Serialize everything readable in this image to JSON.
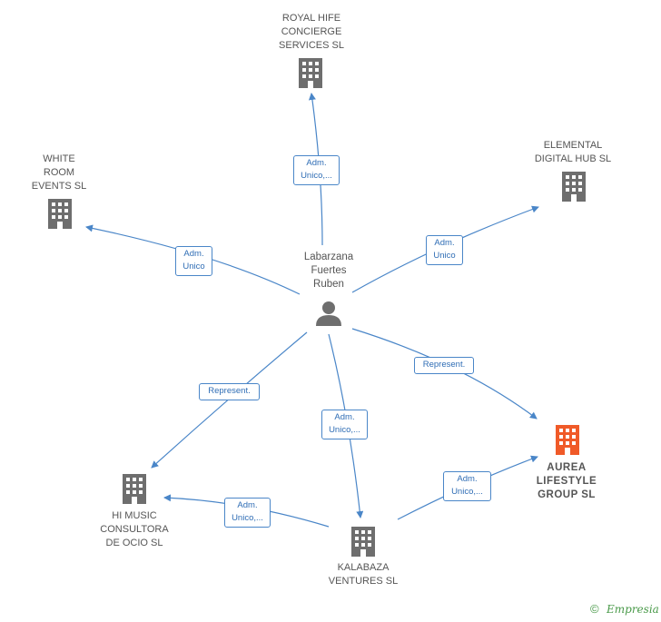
{
  "center": {
    "label": "Labarzana\nFuertes\nRuben"
  },
  "companies": {
    "royal_hife": {
      "label": "ROYAL HIFE\nCONCIERGE\nSERVICES  SL"
    },
    "white_room": {
      "label": "WHITE\nROOM\nEVENTS  SL"
    },
    "elemental": {
      "label": "ELEMENTAL\nDIGITAL HUB  SL"
    },
    "aurea": {
      "label": "AUREA\nLIFESTYLE\nGROUP  SL"
    },
    "hi_music": {
      "label": "HI MUSIC\nCONSULTORA\nDE OCIO  SL"
    },
    "kalabaza": {
      "label": "KALABAZA\nVENTURES  SL"
    }
  },
  "edges": {
    "to_royal_hife": "Adm.\nUnico,...",
    "to_white_room": "Adm.\nUnico",
    "to_elemental": "Adm.\nUnico",
    "to_aurea": "Represent.",
    "to_hi_music": "Represent.",
    "to_kalabaza": "Adm.\nUnico,...",
    "kalabaza_to_hi_music": "Adm.\nUnico,...",
    "kalabaza_to_aurea": "Adm.\nUnico,..."
  },
  "colors": {
    "edge": "#4a86c8",
    "building": "#6e6e6e",
    "building_highlight": "#f05a28",
    "person": "#6e6e6e"
  },
  "footer": {
    "copyright_symbol": "©",
    "brand": "Empresia"
  }
}
